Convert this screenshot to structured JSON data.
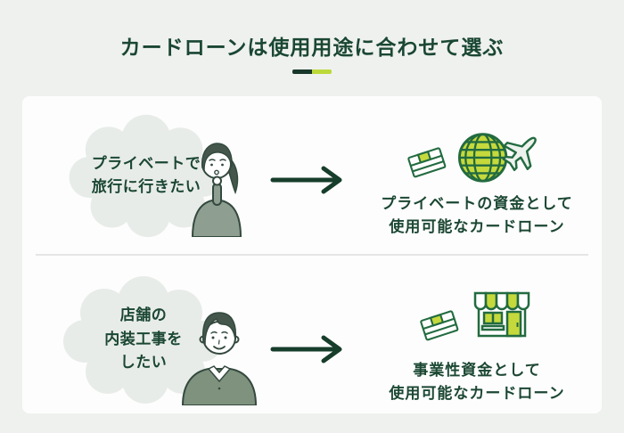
{
  "page": {
    "title": "カードローンは使用用途に合わせて選ぶ"
  },
  "accent": {
    "background": "#eff1ef",
    "card": "#fdfdfd",
    "text_dark_green": "#1a4733",
    "arrow_dark_green": "#173d2b",
    "icon_outline_green": "#226b40",
    "yellow_green": "#c5d93c",
    "underline_dark": "#17382a",
    "underline_lime": "#bcd93a",
    "bubble_fill": "#e8ece9",
    "divider": "#e4e6e5"
  },
  "rows": [
    {
      "bubble_lines": [
        "プライベートで",
        "旅行に行きたい"
      ],
      "person": "woman-thinking",
      "icons": [
        "money-stack",
        "globe",
        "airplane"
      ],
      "result_lines": [
        "プライベートの資金として",
        "使用可能なカードローン"
      ]
    },
    {
      "bubble_lines": [
        "店舗の",
        "内装工事を",
        "したい"
      ],
      "person": "man-smiling",
      "icons": [
        "money-stack",
        "storefront"
      ],
      "result_lines": [
        "事業性資金として",
        "使用可能なカードローン"
      ]
    }
  ]
}
